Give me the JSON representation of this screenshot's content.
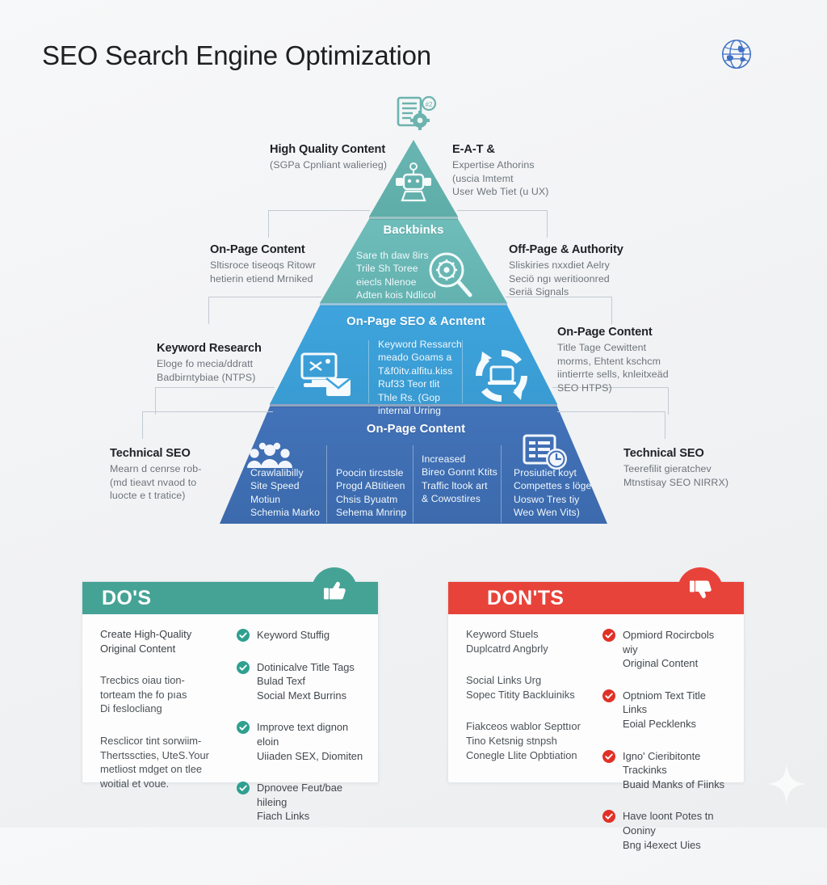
{
  "header": {
    "title": "SEO Search Engine Optimization",
    "globe_icon": "globe-icon"
  },
  "colors": {
    "tier1": "#63b3b0",
    "tier2": "#6bbcbb",
    "tier3": "#3d9fd8",
    "tier4": "#3f6fb5",
    "dos_green": "#45a396",
    "donts_red": "#e8433a",
    "title_text": "#1d1f21",
    "background": "#f4f5f7"
  },
  "pyramid": {
    "apex_icon": "document-gear-icon",
    "tiers": [
      {
        "name": "tier-1",
        "icon": "robot-icon",
        "heading": "",
        "columns": [],
        "left_label": {
          "title": "High Quality Content",
          "lines": [
            "(SGPa Cpnliant walierieg)"
          ]
        },
        "right_label": {
          "title": "E-A-T &",
          "lines": [
            "Expertise Athorins",
            "(uscia Imtemt",
            "User Web Tiet (u UX)"
          ]
        }
      },
      {
        "name": "tier-2",
        "icon": "magnifier-gear-icon",
        "heading": "Backbinks",
        "columns": [
          [
            "Sare th daw 8irs",
            "Trile Sh Toree",
            "eiecls Nlenoe",
            "Adten kois Ndlicol"
          ]
        ],
        "left_label": {
          "title": "On-Page Content",
          "lines": [
            "Sltisroce tiseoqs Ritowr",
            "hetierin etiend Mrniked"
          ]
        },
        "right_label": {
          "title": "Off-Page & Authority",
          "lines": [
            "Sliskiries nxxdiet Aelry",
            "Seciö ngı weritioonred",
            "Seriä Signals"
          ]
        }
      },
      {
        "name": "tier-3",
        "icon": "screen-mail-icon",
        "icon_right": "device-cycle-icon",
        "heading": "On-Page SEO & Acntent",
        "columns": [
          [
            "Keyword Ressarch",
            "meado Goams a",
            "T&f0itv.alfitu.kiss",
            "Ruf33 Teor tlit",
            "Thle Rs. (Gop",
            "internal Urring"
          ]
        ],
        "left_label": {
          "title": "Keyword Research",
          "lines": [
            "Eloge fo mecia/ddratt",
            "Badbirntybiae (NTPS)"
          ]
        },
        "right_label": {
          "title": "On-Page Content",
          "lines": [
            "Title Tage Cewittent",
            "morms, Ehtent kschcm",
            "iintierrte sells, knleitxeäd",
            "SEO HTPS)"
          ]
        }
      },
      {
        "name": "tier-4",
        "icon": "team-icon",
        "icon_right": "report-clock-icon",
        "heading": "On-Page Content",
        "columns": [
          [
            "Crawlalibilly",
            "Site Speed",
            "Motiun",
            "Schemia Marko"
          ],
          [
            "Poocin tircstsle",
            "Progd ABtitieen",
            "Chsis Byuatm",
            "Sehema Mnrinp"
          ],
          [
            "Increased",
            "Bireo Gonnt Ktits",
            "Traffic ltook art",
            "& Cowostires"
          ],
          [
            "Prosiutiet koyt",
            "Compettes s löge",
            "Uoswo Tres tiy",
            "Weo Wen Vits)"
          ]
        ],
        "left_label": {
          "title": "Technical SEO",
          "lines": [
            "Mearn d cenrse rob-",
            "(md tieavt nvaod to",
            "luocte e t tratice)"
          ]
        },
        "right_label": {
          "title": "Technical SEO",
          "lines": [
            "Teerefilit gieratchev",
            "Mtnstisay SEO NIRRX)"
          ]
        }
      }
    ]
  },
  "dos_panel": {
    "title": "DO'S",
    "badge_icon": "thumbs-up-icon",
    "left_items": [
      "Create High-Quality\nOriginal Content",
      "Trecbics oiau tion-\ntorteam the fo pıas\nDi feslocliang",
      "Resclicor tint sorwiim-\nThertsscties, UteS.Your\nmetliost mdget on tlee\nwoitial et voue."
    ],
    "right_items": [
      {
        "icon": "check-circle-icon",
        "text": "Keyword Stuffig"
      },
      {
        "icon": "check-circle-icon",
        "text": "Dotinicalve Title Tags\nBulad Texf\nSocial Mext Burrins"
      },
      {
        "icon": "check-circle-icon",
        "text": "Improve text dignon eloin\nUiiaden SEX, Diomiten"
      },
      {
        "icon": "check-circle-icon",
        "text": "Dpnovee Feut/bae hileing\nFiach Links"
      }
    ]
  },
  "donts_panel": {
    "title": "DON'TS",
    "badge_icon": "thumbs-down-icon",
    "left_items": [
      "Keyword Stuels\nDuplcatrd Angbrly",
      "Social Links Urg\nSopec Titity Backluiniks",
      "Fiakceos      wablor Septtıor\nTino Ketsnig     stnpsh\nConegle Llite Opbtiation"
    ],
    "right_items": [
      {
        "icon": "cross-circle-icon",
        "text": "Opmiord Rocircbols wiy\nOriginal Content"
      },
      {
        "icon": "cross-circle-icon",
        "text": "Optniom Text Title Links\nEoial Pecklenks"
      },
      {
        "icon": "cross-circle-icon",
        "text": "Igno' Cieribitonte Trackinks\nBuaid Manks of Fiinks"
      },
      {
        "icon": "cross-circle-icon",
        "text": "Have loont Potes tn Ooniny\nBng i4exect Uies"
      }
    ]
  },
  "decoration": {
    "sparkle_icon": "sparkle-icon"
  }
}
